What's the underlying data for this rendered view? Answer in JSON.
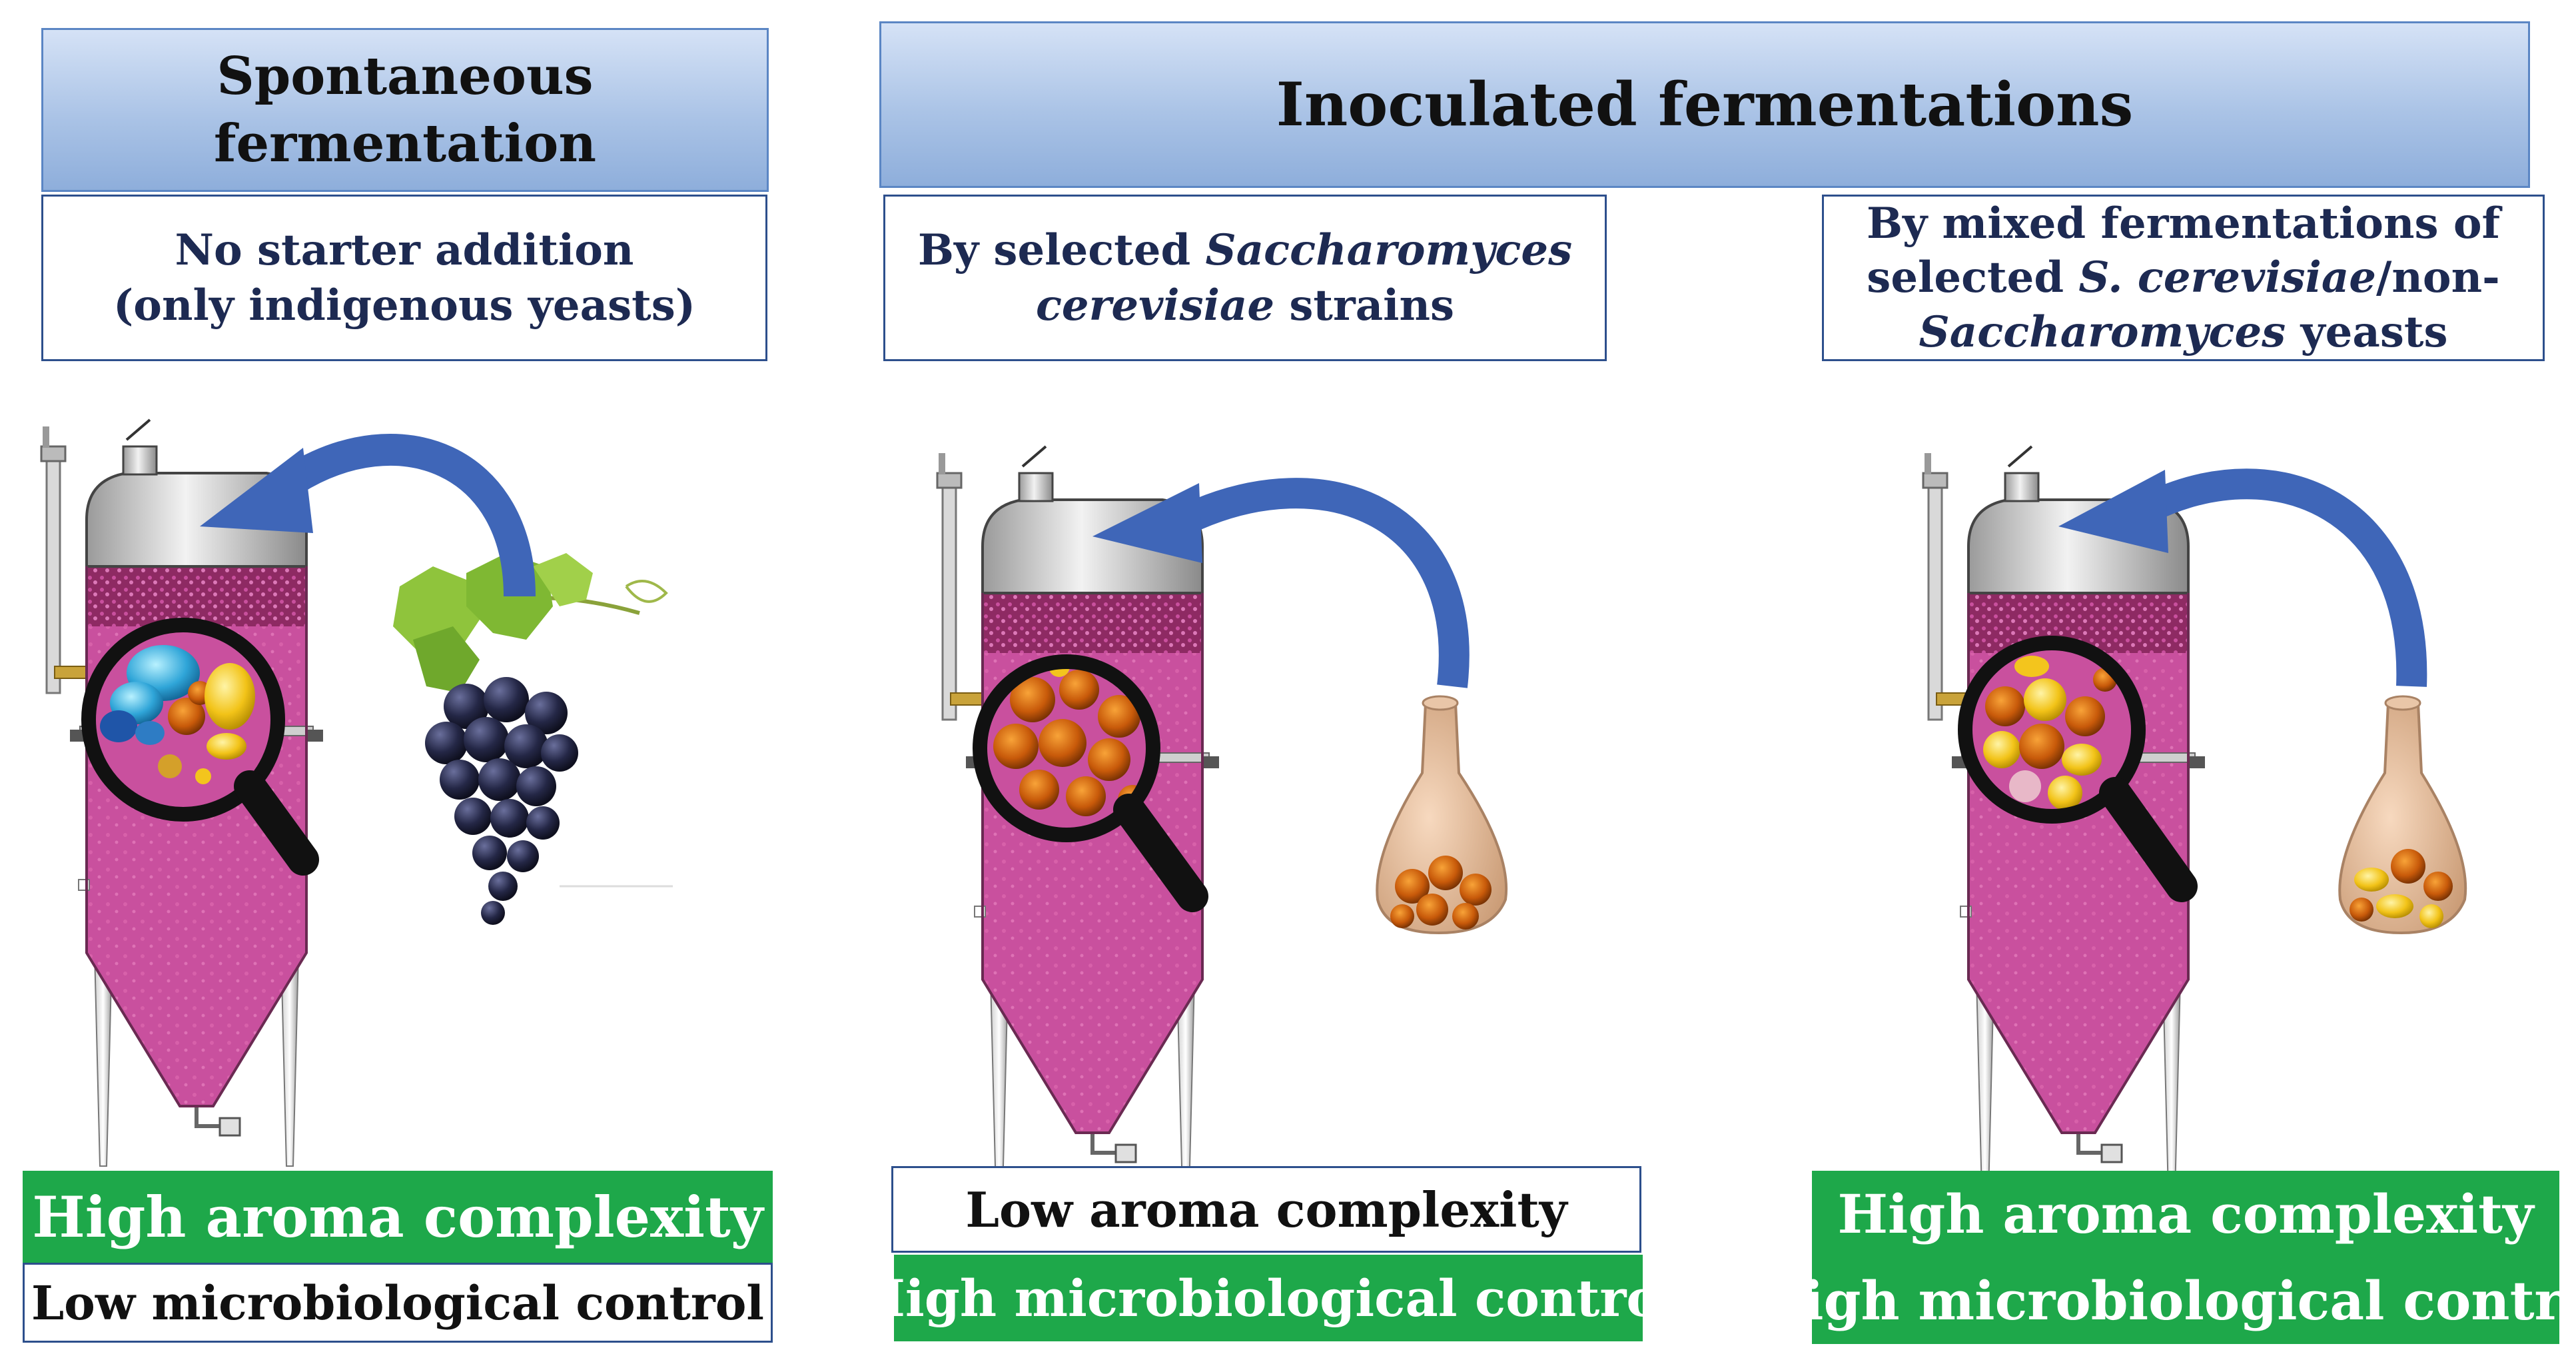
{
  "headers": {
    "spontaneous": [
      "Spontaneous",
      "fermentation"
    ],
    "inoculated": "Inoculated fermentations"
  },
  "subheaders": {
    "col1": [
      "No starter addition",
      "(only indigenous yeasts)"
    ],
    "col2": {
      "line1_a": "By selected ",
      "line1_italic": "Saccharomyces",
      "line2_italic": "cerevisiae",
      "line2_b": " strains"
    },
    "col3": {
      "line1": "By mixed fermentations  of",
      "line2_a": "selected ",
      "line2_italic": "S. cerevisiae",
      "line2_b": "/non-",
      "line3_italic": "Saccharomyces",
      "line3_b": " yeasts"
    }
  },
  "outcomes": {
    "col1": {
      "top": "High aroma complexity",
      "bottom": "Low microbiological control"
    },
    "col2": {
      "top": "Low aroma complexity",
      "bottom": "High microbiological control"
    },
    "col3": {
      "top": "High  aroma complexity",
      "bottom": "High microbiological control"
    }
  },
  "colors": {
    "header_fill": "#aac3e6",
    "box_border": "#2d4f8c",
    "green": "#1ea84a",
    "wine": "#c9509e",
    "arrow": "#3f66b8",
    "yeast_orange": "#d86a0c",
    "yeast_yellow": "#f3c51d"
  },
  "icons": {
    "tank": "fermentation-tank-icon",
    "magnifier": "magnifying-glass-icon",
    "grapes": "grape-bunch-icon",
    "flask": "starter-flask-icon",
    "arrow": "curved-arrow-icon"
  }
}
